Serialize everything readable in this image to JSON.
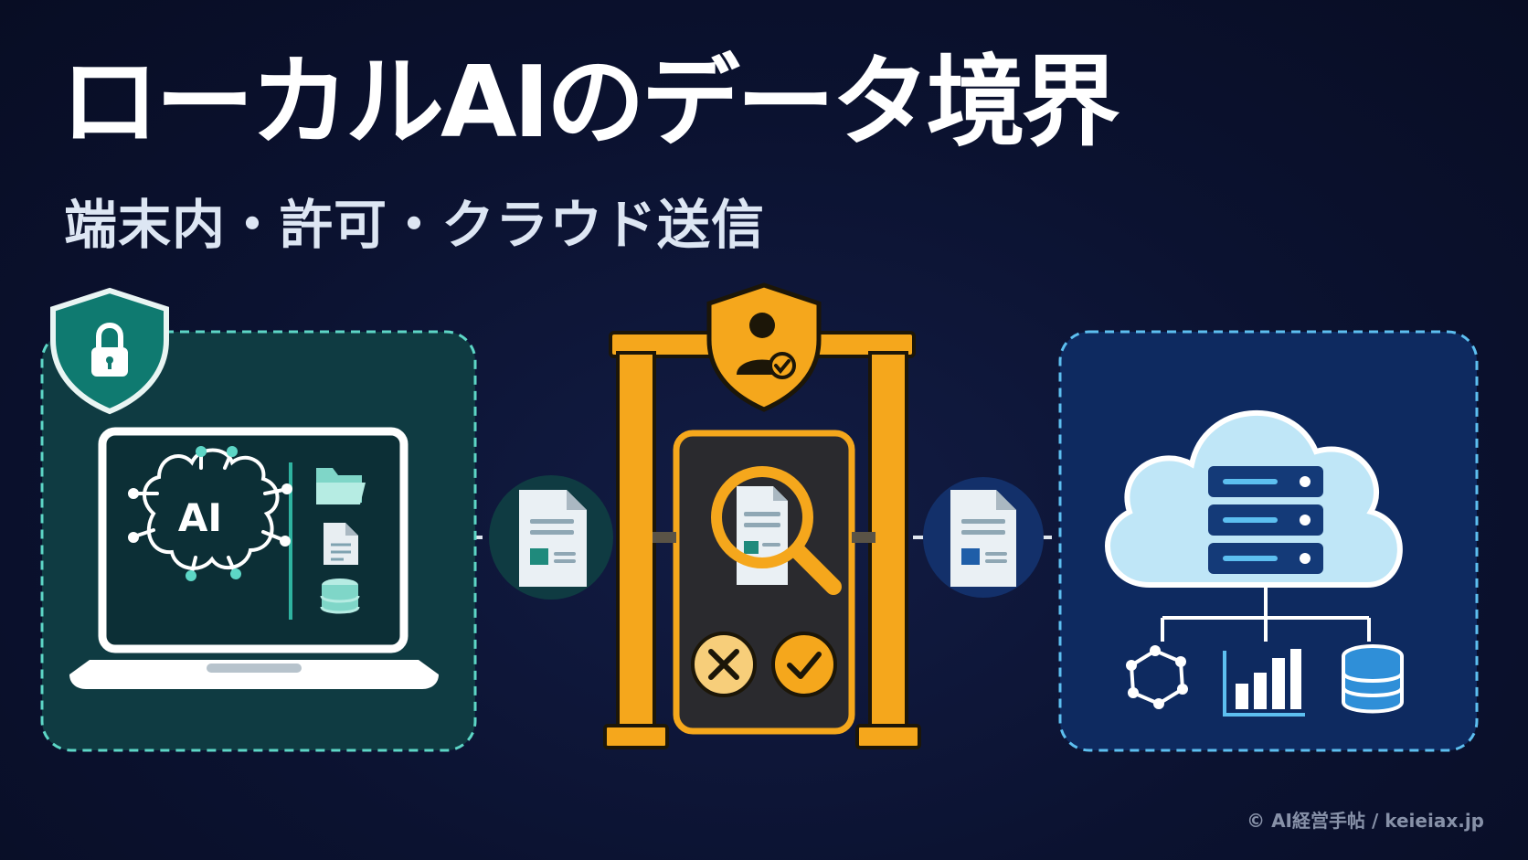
{
  "title": "ローカルAIのデータ境界",
  "subtitle": "端末内・許可・クラウド送信",
  "diagram": {
    "laptop_chip_label": "AI"
  },
  "footer": {
    "copyright": "© AI経営手帖 / keieiax.jp"
  },
  "colors": {
    "background": "#0b1230",
    "local_zone": "#0f3b42",
    "local_accent": "#2fb3a0",
    "gate": "#f5a71c",
    "cloud_zone": "#0e2a60",
    "cloud_accent": "#4db8f0"
  },
  "icons": [
    "lock-shield-icon",
    "brain-circuit-icon",
    "folder-icon",
    "document-icon",
    "database-icon",
    "user-check-shield-icon",
    "magnifier-icon",
    "reject-icon",
    "approve-icon",
    "cloud-icon",
    "server-icon",
    "network-icon",
    "bar-chart-icon"
  ]
}
